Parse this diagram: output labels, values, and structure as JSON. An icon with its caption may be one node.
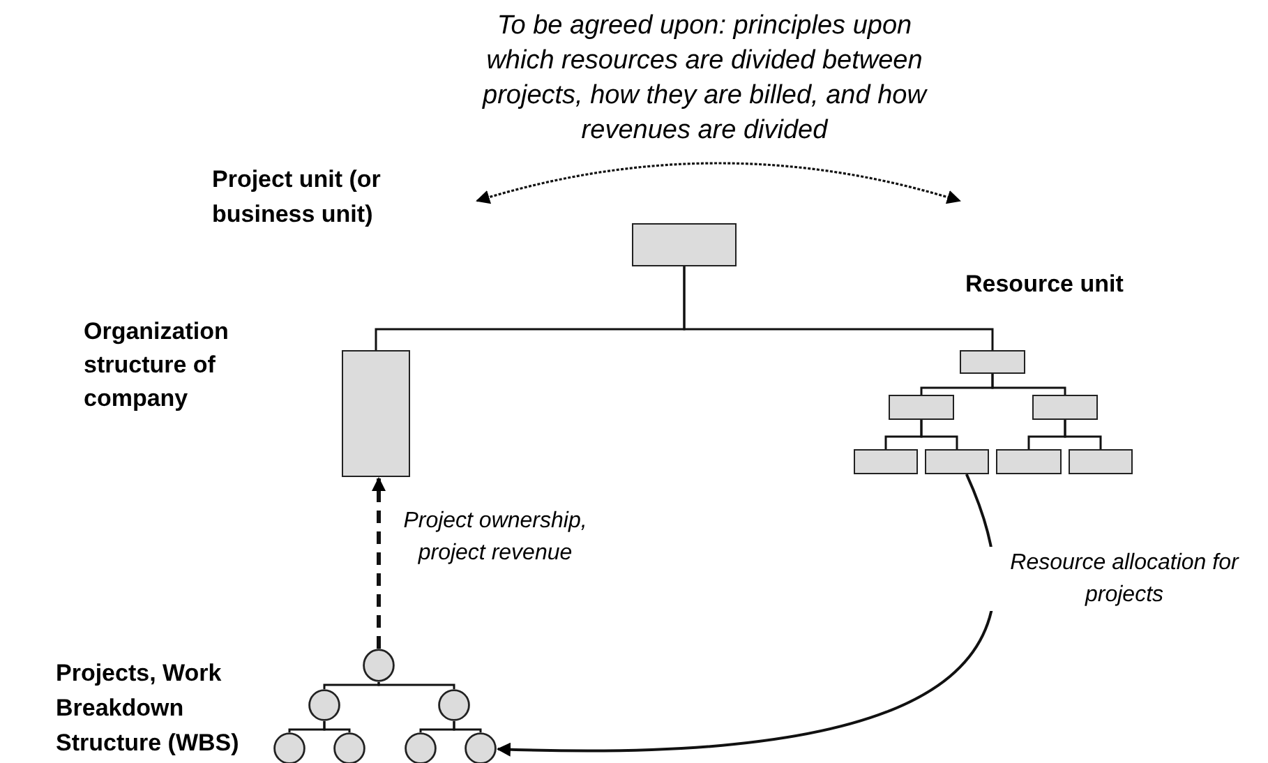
{
  "diagram": {
    "nodes": [
      {
        "text": [
          "Project unit (or business unit)"
        ]
      },
      {
        "text": [],
        "shape": "box"
      },
      {
        "text": [
          "Resource unit"
        ]
      },
      {
        "text": [],
        "shape": "box"
      },
      {
        "text": [],
        "shape": "box"
      },
      {
        "text": [],
        "shape": "box"
      },
      {
        "text": [],
        "shape": "box"
      },
      {
        "text": [],
        "shape": "box"
      },
      {
        "text": [],
        "shape": "box"
      },
      {
        "text": [],
        "shape": "box"
      },
      {
        "text": [],
        "shape": "box"
      },
      {
        "text": [],
        "shape": "circle"
      },
      {
        "text": [],
        "shape": "circle"
      },
      {
        "text": [],
        "shape": "circle"
      },
      {
        "text": [],
        "shape": "circle"
      },
      {
        "text": [],
        "shape": "circle"
      },
      {
        "text": [],
        "shape": "circle"
      },
      {
        "text": [],
        "shape": "circle"
      }
    ],
    "edges": [
      {
        "from": 0,
        "to": 2,
        "arrow": "both",
        "style": "dashed"
      },
      {
        "from": 1,
        "to": 3,
        "arrow": "none"
      },
      {
        "from": 1,
        "to": 4,
        "arrow": "none"
      },
      {
        "from": 4,
        "to": 5,
        "arrow": "none"
      },
      {
        "from": 4,
        "to": 6,
        "arrow": "none"
      },
      {
        "from": 5,
        "to": 7,
        "arrow": "none"
      },
      {
        "from": 5,
        "to": 8,
        "arrow": "none"
      },
      {
        "from": 6,
        "to": 9,
        "arrow": "none"
      },
      {
        "from": 6,
        "to": 10,
        "arrow": "none"
      },
      {
        "from": 11,
        "to": 12,
        "arrow": "none"
      },
      {
        "from": 11,
        "to": 13,
        "arrow": "none"
      },
      {
        "from": 12,
        "to": 14,
        "arrow": "none"
      },
      {
        "from": 12,
        "to": 15,
        "arrow": "none"
      },
      {
        "from": 13,
        "to": 16,
        "arrow": "none"
      },
      {
        "from": 13,
        "to": 17,
        "arrow": "none"
      },
      {
        "from": 11,
        "to": 3,
        "arrow": "to",
        "style": "dashed",
        "label": "Project ownership, project revenue"
      },
      {
        "from": 8,
        "to": 17,
        "arrow": "to",
        "label": "Resource allocation for projects"
      }
    ],
    "labels": [
      "To be agreed upon: principles upon which resources are divided between projects, how they are billed, and how revenues are divided",
      "Organization structure of company",
      "Projects, Work Breakdown Structure (WBS)"
    ]
  }
}
